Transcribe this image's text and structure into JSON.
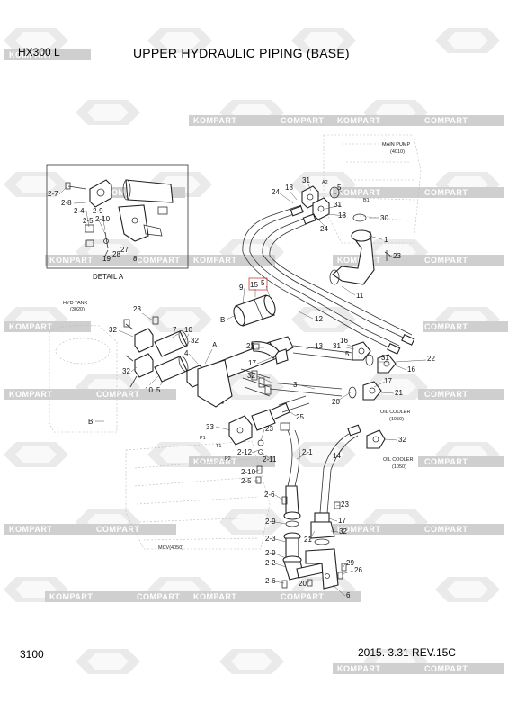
{
  "header": {
    "model": "HX300 L",
    "title": "UPPER HYDRAULIC PIPING (BASE)"
  },
  "footer": {
    "page_number": "3100",
    "revision": "2015. 3.31  REV.15C"
  },
  "watermark": {
    "text_a": "KOMPART",
    "text_b": "COMPART",
    "color": "#c9c9c9"
  },
  "detail": {
    "title": "DETAIL A",
    "callouts": [
      "2-7",
      "2-8",
      "2-4",
      "2-9",
      "2-10",
      "2-5",
      "19",
      "28",
      "27",
      "8"
    ]
  },
  "components": {
    "main_pump": {
      "name": "MAIN PUMP",
      "code": "(4010)"
    },
    "hyd_tank": {
      "name": "HYD TANK",
      "code": "(3020)"
    },
    "oil_cooler_1": {
      "name": "OIL COOLER",
      "code": "(1050)"
    },
    "oil_cooler_2": {
      "name": "OIL COOLER",
      "code": "(1050)"
    },
    "mcv": {
      "name": "MCV(4050)"
    }
  },
  "ports": {
    "a2": "A2",
    "b1": "B1",
    "p1": "P1",
    "t1": "T1",
    "p2": "P2"
  },
  "views": {
    "a": "A",
    "b1": "B",
    "b2": "B"
  },
  "callouts": {
    "c18a": "18",
    "c24a": "24",
    "c31a": "31",
    "c5a": "5",
    "c31b": "31",
    "c18b": "18",
    "c24b": "24",
    "c30": "30",
    "c1": "1",
    "c23a": "23",
    "c11": "11",
    "c9": "9",
    "c15": "15",
    "c5b": "5",
    "c12": "12",
    "c23b": "23",
    "c32a": "32",
    "c7": "7",
    "c10a": "10",
    "c32b": "32",
    "c4": "4",
    "c32c": "32",
    "c10b": "10",
    "c5c": "5",
    "c23c": "23",
    "c17a": "17",
    "c13": "13",
    "c31c": "31",
    "c16a": "16",
    "c5d": "5",
    "c22": "22",
    "c16b": "16",
    "c31d": "31",
    "c32d": "32",
    "c3": "3",
    "c17b": "17",
    "c21": "21",
    "c20a": "20",
    "c25": "25",
    "c33": "33",
    "c23d": "23",
    "c2_12": "2-12",
    "c2_11": "2-11",
    "c2_1": "2-1",
    "c14": "14",
    "c32e": "32",
    "c2_10": "2-10",
    "c2_5": "2-5",
    "c2_6a": "2-6",
    "c23e": "23",
    "c17c": "17",
    "c2_9a": "2-9",
    "c32f": "32",
    "c2_3": "2-3",
    "c21b": "21",
    "c2_9b": "2-9",
    "c2_2": "2-2",
    "c29": "29",
    "c26": "26",
    "c2_6b": "2-6",
    "c20b": "20",
    "c6": "6"
  }
}
